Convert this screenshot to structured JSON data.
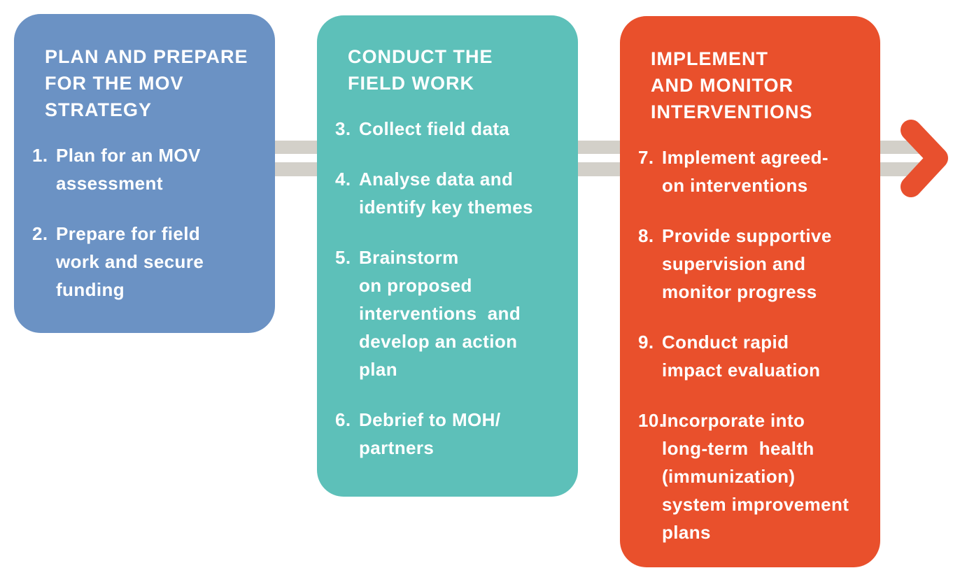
{
  "colors": {
    "stage_plan": "#6b92c4",
    "stage_field": "#5dc0b9",
    "stage_implement": "#e9502c",
    "flow_line": "#d3d0c9",
    "arrow": "#e8502e",
    "text": "#ffffff"
  },
  "stages": [
    {
      "title": "PLAN AND PREPARE\nFOR THE MOV\nSTRATEGY",
      "items": [
        {
          "num": "1.",
          "text": "Plan for an MOV\nassessment"
        },
        {
          "num": "2.",
          "text": "Prepare for field\nwork and secure\nfunding"
        }
      ]
    },
    {
      "title": "CONDUCT THE\nFIELD WORK",
      "items": [
        {
          "num": "3.",
          "text": "Collect field data"
        },
        {
          "num": "4.",
          "text": "Analyse data and\nidentify key themes"
        },
        {
          "num": "5.",
          "text": "Brainstorm\non proposed\ninterventions  and\ndevelop an action\nplan"
        },
        {
          "num": "6.",
          "text": "Debrief to MOH/\npartners"
        }
      ]
    },
    {
      "title": "IMPLEMENT\nAND MONITOR\nINTERVENTIONS",
      "items": [
        {
          "num": "7.",
          "text": "Implement agreed-\non interventions"
        },
        {
          "num": "8.",
          "text": "Provide supportive\nsupervision and\nmonitor progress"
        },
        {
          "num": "9.",
          "text": "Conduct rapid\nimpact evaluation"
        },
        {
          "num": "10.",
          "text": "Incorporate into\nlong-term  health\n(immunization)\nsystem improvement\nplans"
        }
      ]
    }
  ]
}
